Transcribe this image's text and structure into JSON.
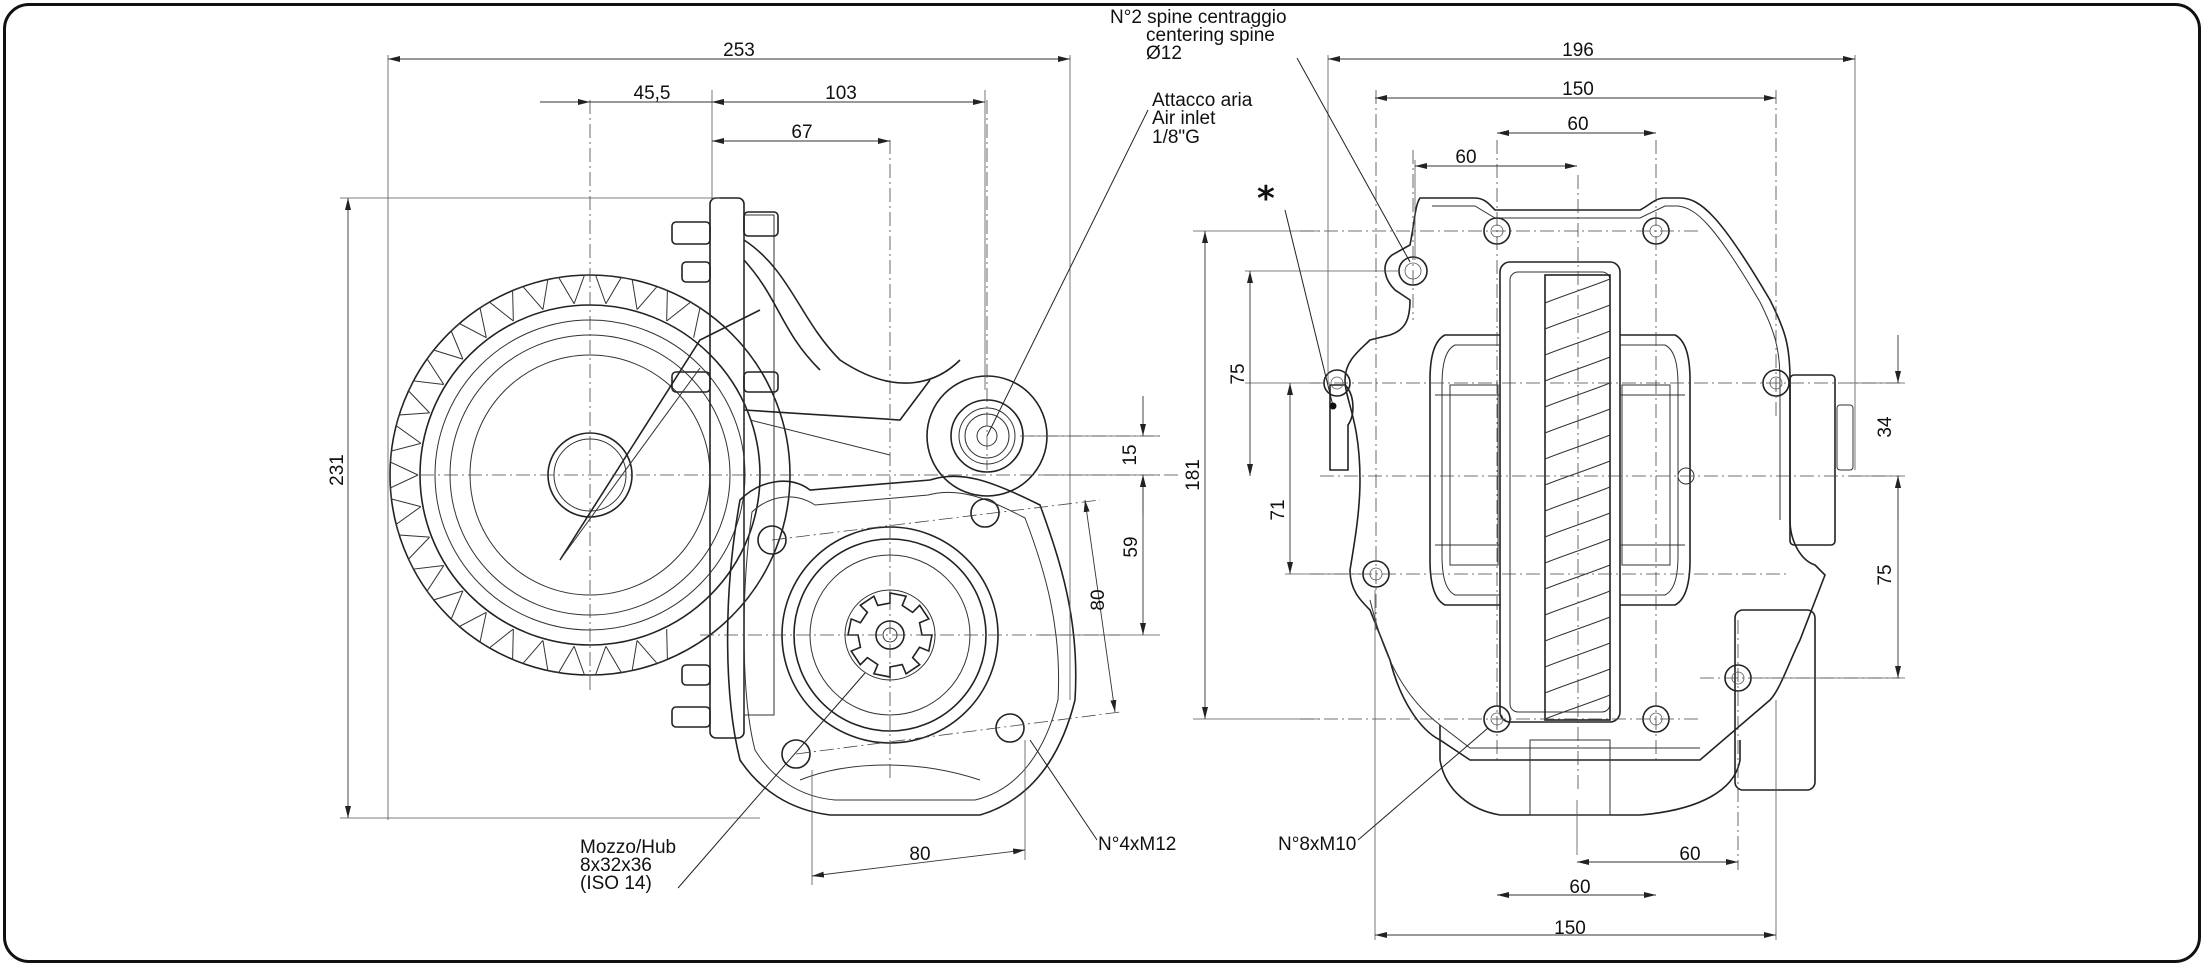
{
  "dimensions": {
    "d253": "253",
    "d45_5": "45,5",
    "d103": "103",
    "d67": "67",
    "d231": "231",
    "d15": "15",
    "d59": "59",
    "d80v": "80",
    "d80h": "80",
    "d196": "196",
    "d150_top": "150",
    "d60_top_a": "60",
    "d60_top_b": "60",
    "d75_left": "75",
    "d181": "181",
    "d71": "71",
    "d34": "34",
    "d75_right": "75",
    "d60_bot_a": "60",
    "d60_bot_b": "60",
    "d150_bot": "150"
  },
  "callouts": {
    "pins": [
      "N°2 spine centraggio",
      "centering spine",
      "Ø12"
    ],
    "air": [
      "Attacco aria",
      "Air inlet",
      "1/8\"G"
    ],
    "hub": [
      "Mozzo/Hub",
      "8x32x36",
      "(ISO 14)"
    ],
    "m12": "N°4xM12",
    "m10": "N°8xM10",
    "star": "*"
  }
}
